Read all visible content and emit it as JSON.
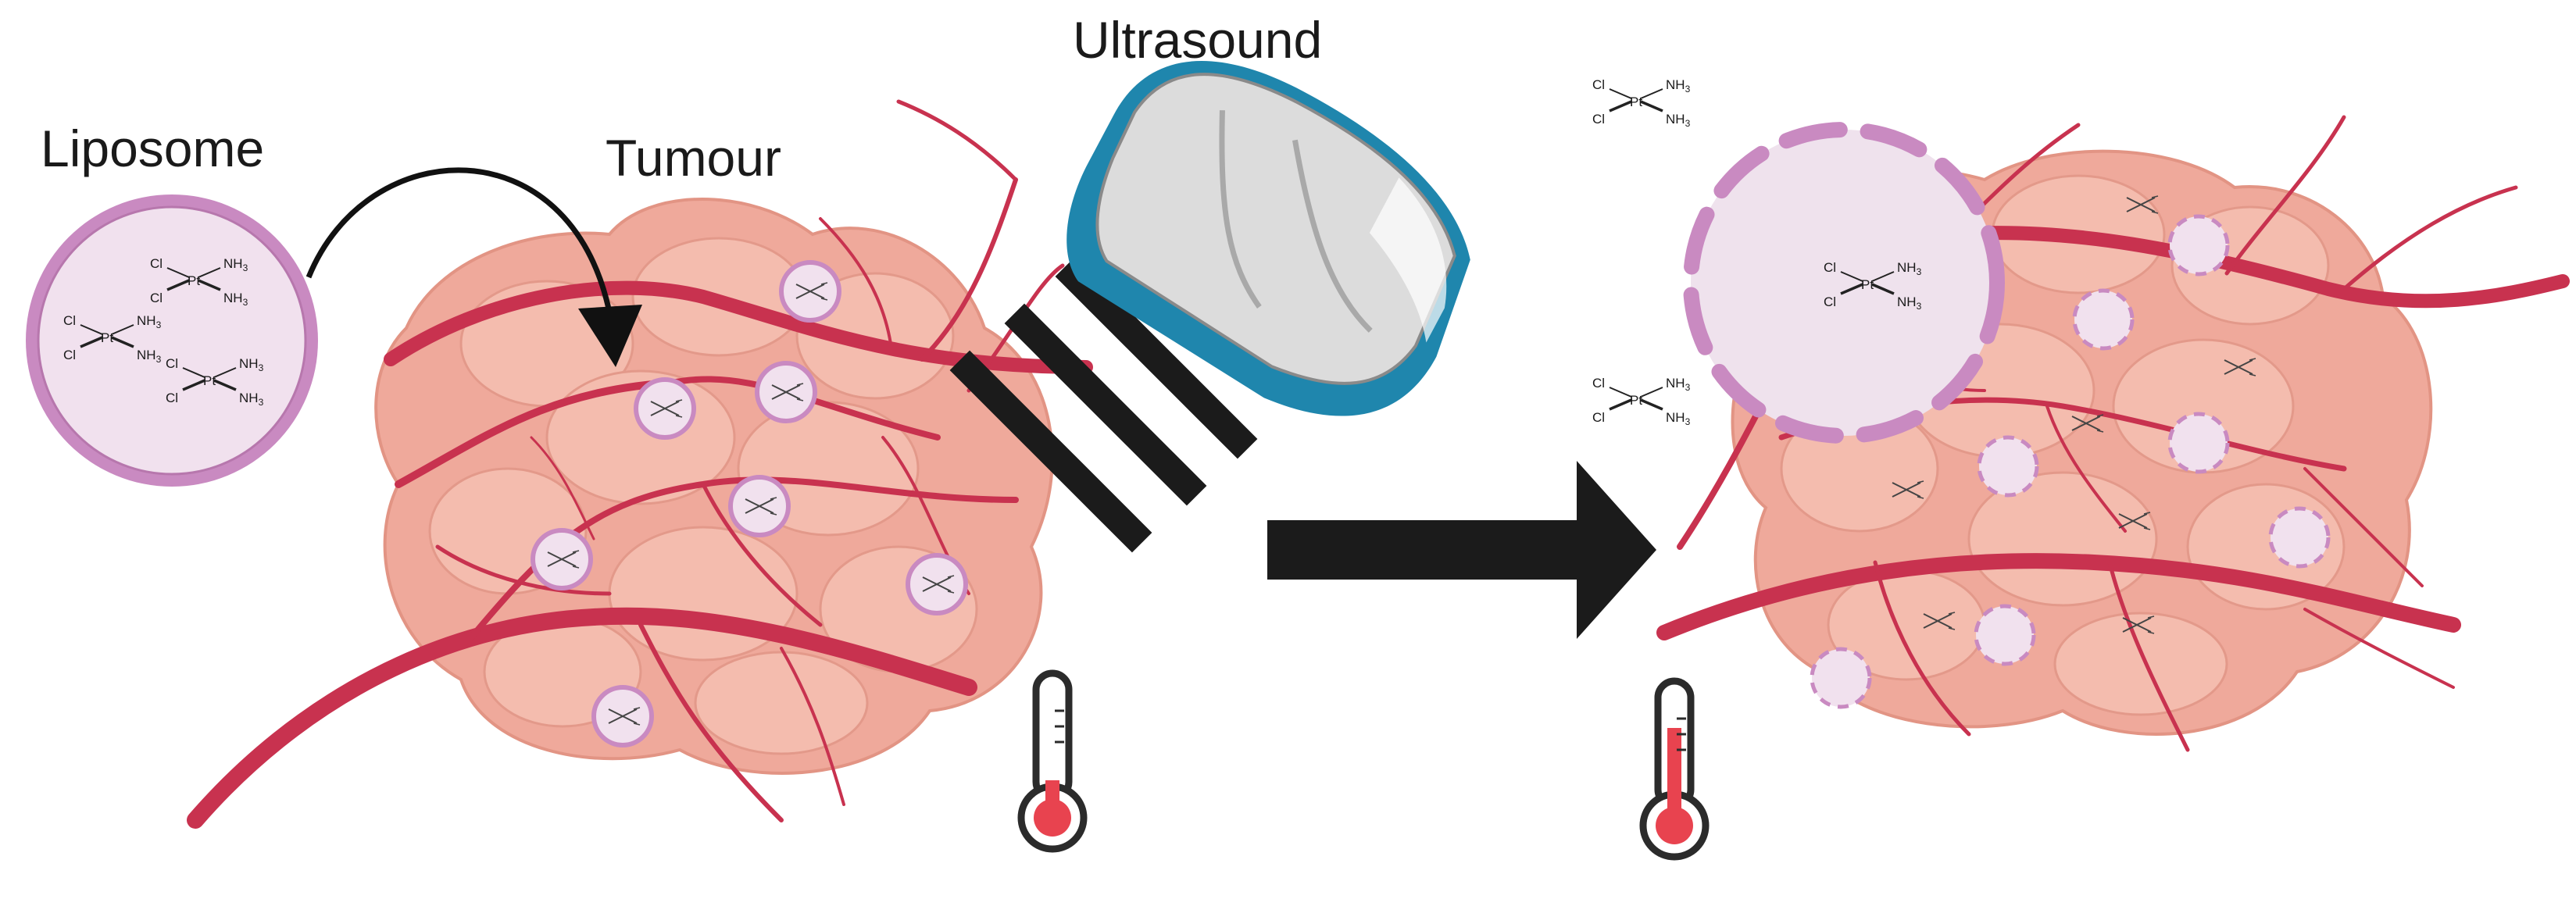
{
  "labels": {
    "liposome": "Liposome",
    "tumour": "Tumour",
    "ultrasound": "Ultrasound"
  },
  "molecule": {
    "metal": "Pt",
    "ligand_cl": "Cl",
    "ligand_nh3": "NH",
    "subscript": "3"
  },
  "colors": {
    "tumour_fill": "#efa99b",
    "tumour_lobe": "#f4bcae",
    "vessel": "#c8324f",
    "liposome_ring": "#c98ac1",
    "liposome_fill": "#f1e1ee",
    "probe_blue": "#1f86ad",
    "probe_gray": "#dcdcdc",
    "arrow": "#1b1b1b",
    "thermo_red": "#e8434f"
  },
  "icons": {
    "thermometer_left": "thermometer-icon",
    "thermometer_right": "thermometer-icon",
    "ultrasound_probe": "ultrasound-probe-icon",
    "process_arrow": "arrow-right-icon",
    "curved_arrow": "curved-arrow-icon"
  },
  "thermometer": {
    "left_level": 0.15,
    "right_level": 0.7
  }
}
